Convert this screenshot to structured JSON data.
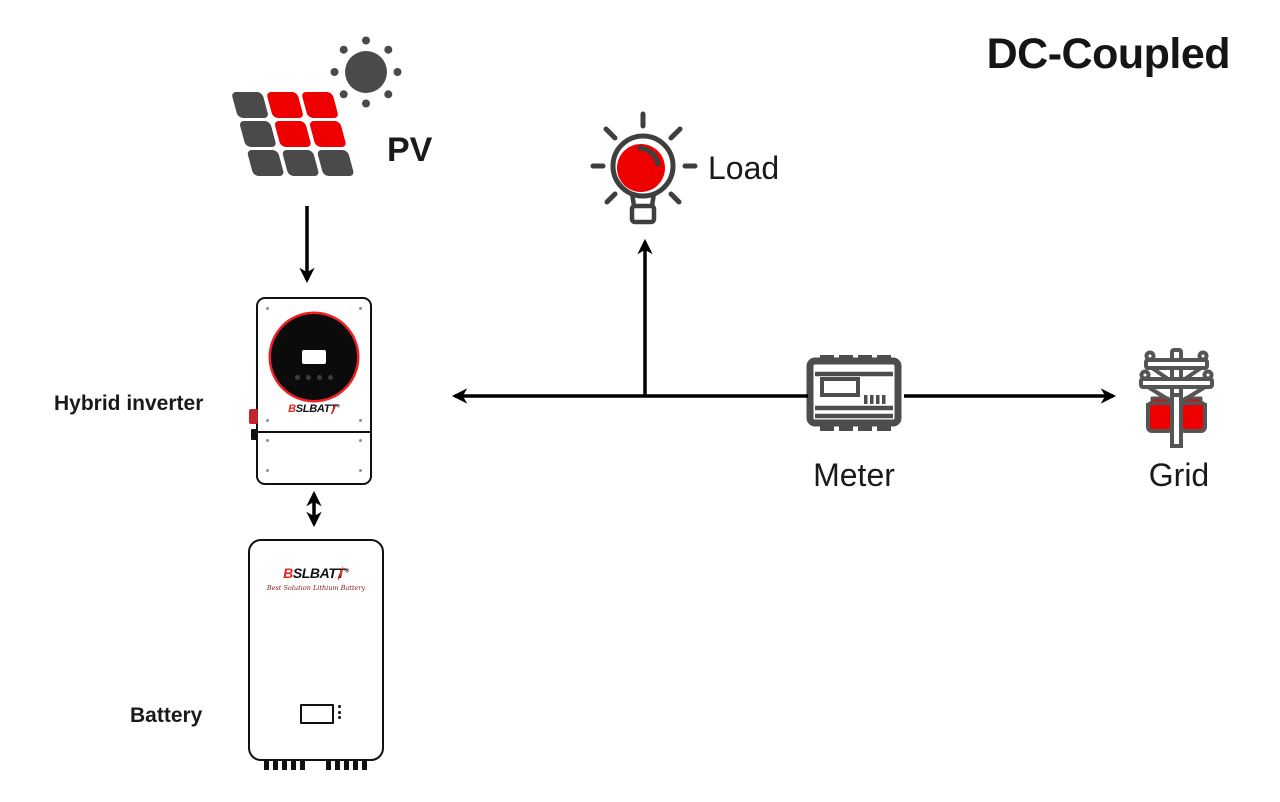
{
  "title": "DC-Coupled",
  "nodes": {
    "pv": {
      "label": "PV"
    },
    "load": {
      "label": "Load"
    },
    "hybrid_inverter": {
      "label": "Hybrid inverter",
      "brand": {
        "first": "B",
        "rest": "SLBAT",
        "last": "T",
        "reg": "®"
      }
    },
    "battery": {
      "label": "Battery",
      "brand": {
        "first": "B",
        "rest": "SLBAT",
        "last": "T",
        "reg": "®"
      },
      "tagline": "Best Solution Lithium Battery"
    },
    "meter": {
      "label": "Meter"
    },
    "grid": {
      "label": "Grid"
    }
  },
  "connections": [
    {
      "from": "pv",
      "to": "hybrid_inverter",
      "direction": "one-way"
    },
    {
      "from": "hybrid_inverter",
      "to": "battery",
      "direction": "two-way"
    },
    {
      "from": "meter",
      "to": "hybrid_inverter",
      "direction": "one-way"
    },
    {
      "from": "meter",
      "to": "load",
      "direction": "one-way"
    },
    {
      "from": "meter",
      "to": "grid",
      "direction": "one-way"
    }
  ],
  "colors": {
    "accent_red": "#ee0000",
    "brand_red": "#e8251f",
    "icon_gray": "#4d4d4d",
    "sun_gray": "#4a4a4a",
    "line_black": "#000000"
  }
}
